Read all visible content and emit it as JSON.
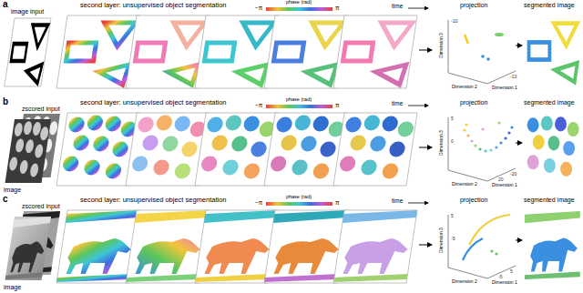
{
  "diagram": {
    "labels": [
      "a",
      "image input",
      "second layer: unsupervised object segmentation",
      "phase (rad)",
      "−π",
      "π",
      "time",
      "projection",
      "segmented image",
      "Dimension 3",
      "Dimension 2",
      "Dimension 1",
      "-10",
      "-13",
      "b",
      "zscored input",
      "image",
      "second layer: unsupervised object segmentation",
      "phase (rad)",
      "−π",
      "π",
      "time",
      "projection",
      "segmented image",
      "Dimension 3",
      "Dimension 2",
      "Dimension 1",
      "5",
      "0",
      "-20",
      "20",
      "c",
      "zscored input",
      "image",
      "second layer: unsupervised object segmentation",
      "phase (rad)",
      "−π",
      "π",
      "time",
      "projection",
      "segmented image",
      "Dimension 3",
      "Dimension 2",
      "Dimension 1",
      "5",
      "-5",
      "5",
      "-5"
    ]
  }
}
